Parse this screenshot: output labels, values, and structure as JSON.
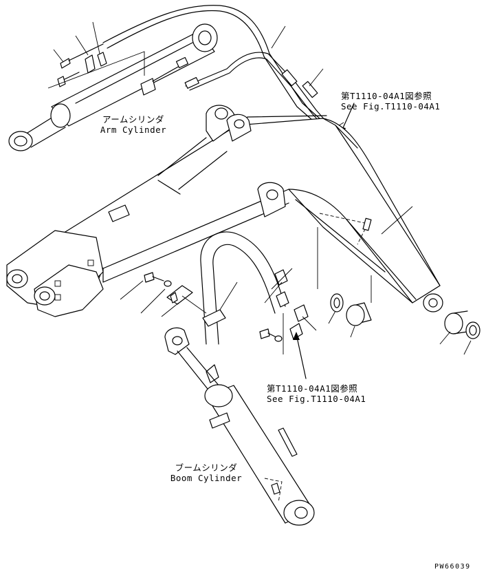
{
  "labels": {
    "arm_cylinder": {
      "jp": "アームシリンダ",
      "en": "Arm Cylinder"
    },
    "boom_cylinder": {
      "jp": "ブームシリンダ",
      "en": "Boom Cylinder"
    },
    "ref_upper": {
      "jp": "第T1110-04A1図参照",
      "en": "See Fig.T1110-04A1"
    },
    "ref_lower": {
      "jp": "第T1110-04A1図参照",
      "en": "See Fig.T1110-04A1"
    }
  },
  "drawing_code": "PW66039"
}
